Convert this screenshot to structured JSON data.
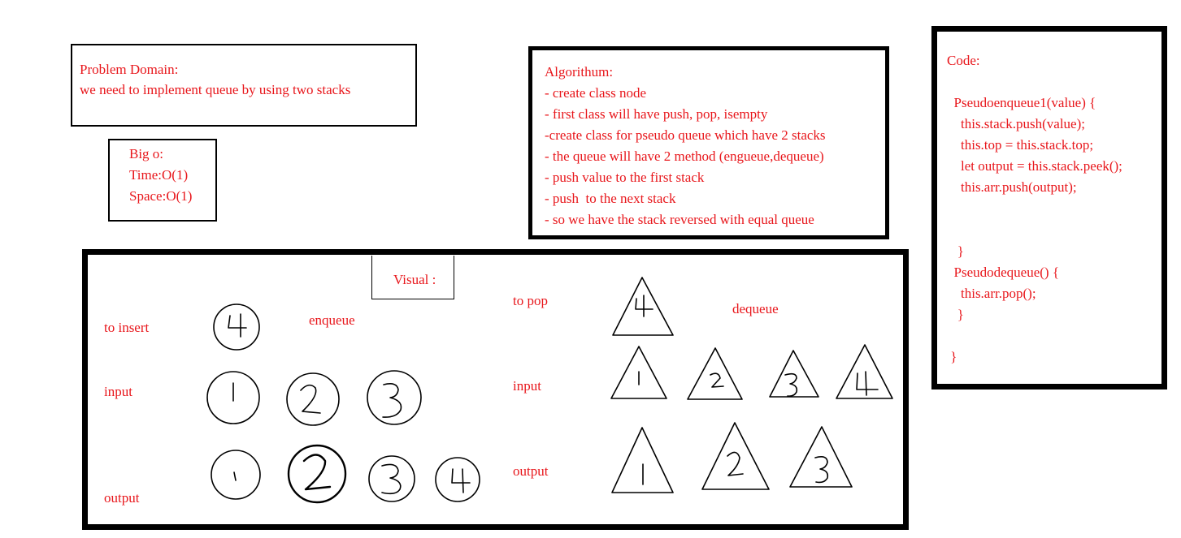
{
  "problem": {
    "heading": "Problem Domain:",
    "text": "we need to implement queue by using two stacks"
  },
  "bigo": {
    "heading": "Big o:",
    "time": "Time:O(1)",
    "space": "Space:O(1)"
  },
  "algorithm": {
    "heading": "Algorithum:",
    "steps": [
      "- create class node",
      "- first class will have push, pop, isempty",
      "-create class for pseudo queue which have 2 stacks",
      "- the queue will have 2 method (engueue,dequeue)",
      "- push value to the first stack",
      "- push  to the next stack",
      "- so we have the stack reversed with equal queue"
    ]
  },
  "code": {
    "heading": "Code:",
    "lines": [
      "  Pseudoenqueue1(value) {",
      "    this.stack.push(value);",
      "    this.top = this.stack.top;",
      "    let output = this.stack.peek();",
      "    this.arr.push(output);",
      "",
      "",
      "",
      "   }",
      "  Pseudodequeue() {",
      "    this.arr.pop();",
      "   }",
      "",
      " }"
    ]
  },
  "visual": {
    "title": "Visual :",
    "left": {
      "to_insert_label": "to insert",
      "enqueue_label": "enqueue",
      "input_label": "input",
      "output_label": "output",
      "to_insert_items": [
        "4"
      ],
      "input_items": [
        "1",
        "2",
        "3"
      ],
      "output_items": [
        "1",
        "2",
        "3",
        "4"
      ]
    },
    "right": {
      "to_pop_label": "to pop",
      "dequeue_label": "dequeue",
      "input_label": "input",
      "output_label": "output",
      "to_pop_items": [
        "4"
      ],
      "input_items": [
        "1",
        "2",
        "3",
        "4"
      ],
      "output_items": [
        "1",
        "2",
        "3"
      ]
    }
  },
  "colors": {
    "text": "#e8161b",
    "ink": "#000000",
    "background": "#ffffff"
  }
}
